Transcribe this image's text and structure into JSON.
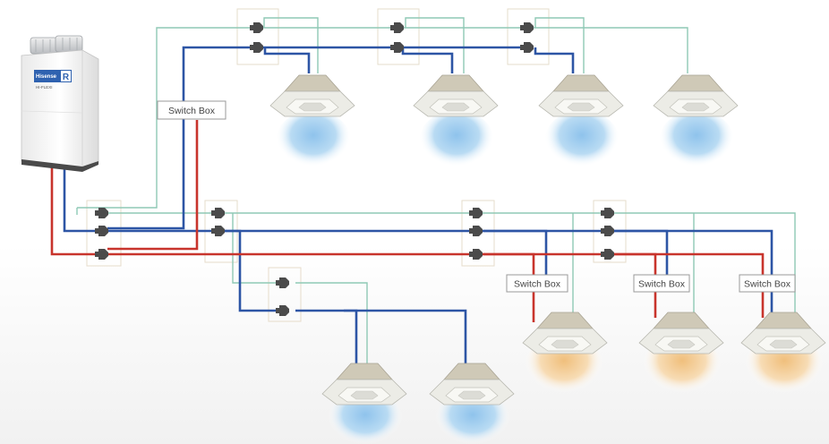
{
  "outdoor_unit": {
    "brand": "Hisense",
    "badge": "R",
    "model_tag": "HI-FLEXI"
  },
  "switch_box_label": "Switch Box",
  "switch_boxes": [
    {
      "id": "top"
    },
    {
      "id": "right-1"
    },
    {
      "id": "right-2"
    },
    {
      "id": "right-3"
    }
  ],
  "pipe_colors": {
    "suction_gas": "#8fc9b5",
    "liquid": "#2d55a5",
    "discharge_gas": "#c8342c"
  },
  "indoor_units": {
    "cooling_count": 6,
    "heating_count": 3,
    "cooling_glow": "#a9d0ef",
    "heating_glow": "#f2c98e"
  }
}
